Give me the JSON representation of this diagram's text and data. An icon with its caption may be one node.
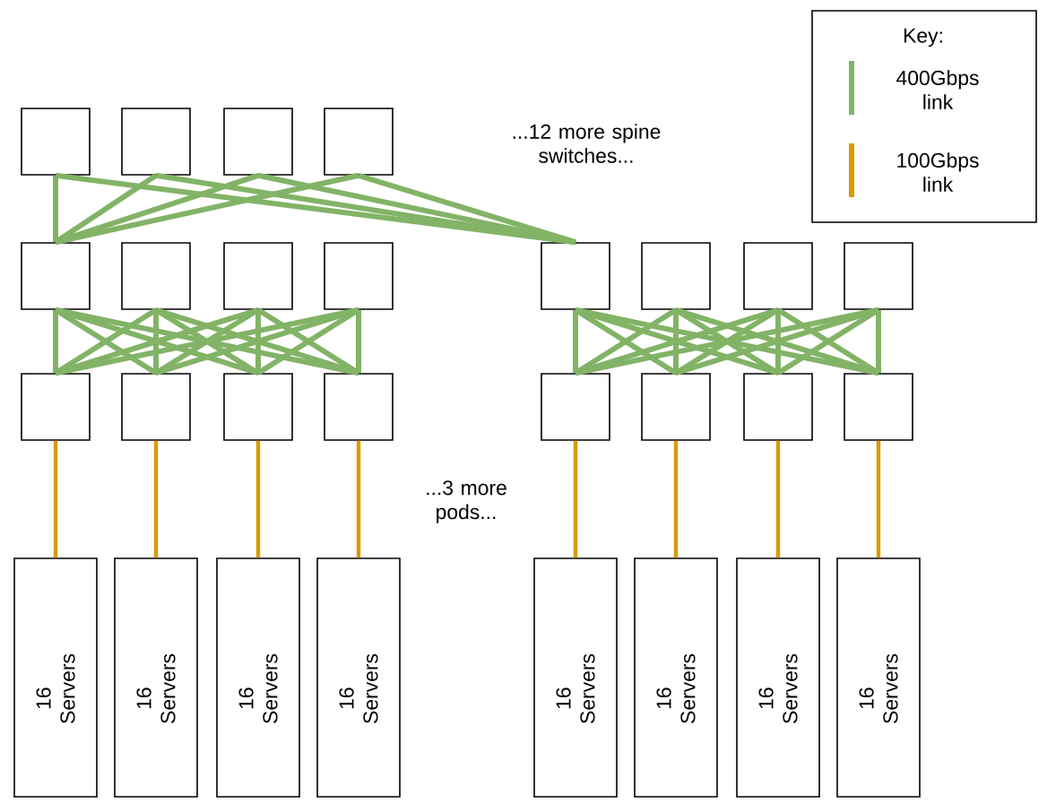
{
  "diagram": {
    "nodes": [
      {
        "text": [],
        "shape": "box"
      },
      {
        "text": [],
        "shape": "box"
      },
      {
        "text": [],
        "shape": "box"
      },
      {
        "text": [],
        "shape": "box"
      },
      {
        "text": [],
        "shape": "box"
      },
      {
        "text": [],
        "shape": "box"
      },
      {
        "text": [],
        "shape": "box"
      },
      {
        "text": [],
        "shape": "box"
      },
      {
        "text": [],
        "shape": "box"
      },
      {
        "text": [],
        "shape": "box"
      },
      {
        "text": [],
        "shape": "box"
      },
      {
        "text": [],
        "shape": "box"
      },
      {
        "text": [],
        "shape": "box"
      },
      {
        "text": [],
        "shape": "box"
      },
      {
        "text": [],
        "shape": "box"
      },
      {
        "text": [],
        "shape": "box"
      },
      {
        "text": [],
        "shape": "box"
      },
      {
        "text": [],
        "shape": "box"
      },
      {
        "text": [],
        "shape": "box"
      },
      {
        "text": [],
        "shape": "box"
      },
      {
        "text": [
          "16 Servers"
        ]
      },
      {
        "text": [
          "16 Servers"
        ]
      },
      {
        "text": [
          "16 Servers"
        ]
      },
      {
        "text": [
          "16 Servers"
        ]
      },
      {
        "text": [
          "16 Servers"
        ]
      },
      {
        "text": [
          "16 Servers"
        ]
      },
      {
        "text": [
          "16 Servers"
        ]
      },
      {
        "text": [
          "16 Servers"
        ]
      }
    ],
    "edges": [
      {
        "from": 0,
        "to": 4,
        "arrow": "none"
      },
      {
        "from": 1,
        "to": 4,
        "arrow": "none"
      },
      {
        "from": 2,
        "to": 4,
        "arrow": "none"
      },
      {
        "from": 3,
        "to": 4,
        "arrow": "none"
      },
      {
        "from": 0,
        "to": 8,
        "arrow": "none"
      },
      {
        "from": 1,
        "to": 8,
        "arrow": "none"
      },
      {
        "from": 2,
        "to": 8,
        "arrow": "none"
      },
      {
        "from": 3,
        "to": 8,
        "arrow": "none"
      },
      {
        "from": 4,
        "to": 12,
        "arrow": "none"
      },
      {
        "from": 4,
        "to": 13,
        "arrow": "none"
      },
      {
        "from": 4,
        "to": 14,
        "arrow": "none"
      },
      {
        "from": 4,
        "to": 15,
        "arrow": "none"
      },
      {
        "from": 5,
        "to": 12,
        "arrow": "none"
      },
      {
        "from": 5,
        "to": 13,
        "arrow": "none"
      },
      {
        "from": 5,
        "to": 14,
        "arrow": "none"
      },
      {
        "from": 5,
        "to": 15,
        "arrow": "none"
      },
      {
        "from": 6,
        "to": 12,
        "arrow": "none"
      },
      {
        "from": 6,
        "to": 13,
        "arrow": "none"
      },
      {
        "from": 6,
        "to": 14,
        "arrow": "none"
      },
      {
        "from": 6,
        "to": 15,
        "arrow": "none"
      },
      {
        "from": 7,
        "to": 12,
        "arrow": "none"
      },
      {
        "from": 7,
        "to": 13,
        "arrow": "none"
      },
      {
        "from": 7,
        "to": 14,
        "arrow": "none"
      },
      {
        "from": 7,
        "to": 15,
        "arrow": "none"
      },
      {
        "from": 8,
        "to": 16,
        "arrow": "none"
      },
      {
        "from": 8,
        "to": 17,
        "arrow": "none"
      },
      {
        "from": 8,
        "to": 18,
        "arrow": "none"
      },
      {
        "from": 8,
        "to": 19,
        "arrow": "none"
      },
      {
        "from": 9,
        "to": 16,
        "arrow": "none"
      },
      {
        "from": 9,
        "to": 17,
        "arrow": "none"
      },
      {
        "from": 9,
        "to": 18,
        "arrow": "none"
      },
      {
        "from": 9,
        "to": 19,
        "arrow": "none"
      },
      {
        "from": 10,
        "to": 16,
        "arrow": "none"
      },
      {
        "from": 10,
        "to": 17,
        "arrow": "none"
      },
      {
        "from": 10,
        "to": 18,
        "arrow": "none"
      },
      {
        "from": 10,
        "to": 19,
        "arrow": "none"
      },
      {
        "from": 11,
        "to": 16,
        "arrow": "none"
      },
      {
        "from": 11,
        "to": 17,
        "arrow": "none"
      },
      {
        "from": 11,
        "to": 18,
        "arrow": "none"
      },
      {
        "from": 11,
        "to": 19,
        "arrow": "none"
      },
      {
        "from": 12,
        "to": 20,
        "arrow": "none",
        "color": "#d79b00"
      },
      {
        "from": 13,
        "to": 21,
        "arrow": "none",
        "color": "#d79b00"
      },
      {
        "from": 14,
        "to": 22,
        "arrow": "none",
        "color": "#d79b00"
      },
      {
        "from": 15,
        "to": 23,
        "arrow": "none",
        "color": "#d79b00"
      },
      {
        "from": 16,
        "to": 24,
        "arrow": "none",
        "color": "#d79b00"
      },
      {
        "from": 17,
        "to": 25,
        "arrow": "none",
        "color": "#d79b00"
      },
      {
        "from": 18,
        "to": 26,
        "arrow": "none",
        "color": "#d79b00"
      },
      {
        "from": 19,
        "to": 27,
        "arrow": "none",
        "color": "#d79b00"
      }
    ],
    "labels": [
      "...12 more spine switches...",
      "...3 more pods...",
      "Key:"
    ],
    "legend": [
      {
        "text": "400Gbps link",
        "color": "#82b366"
      },
      {
        "text": "100Gbps link",
        "color": "#d79b00"
      }
    ]
  }
}
